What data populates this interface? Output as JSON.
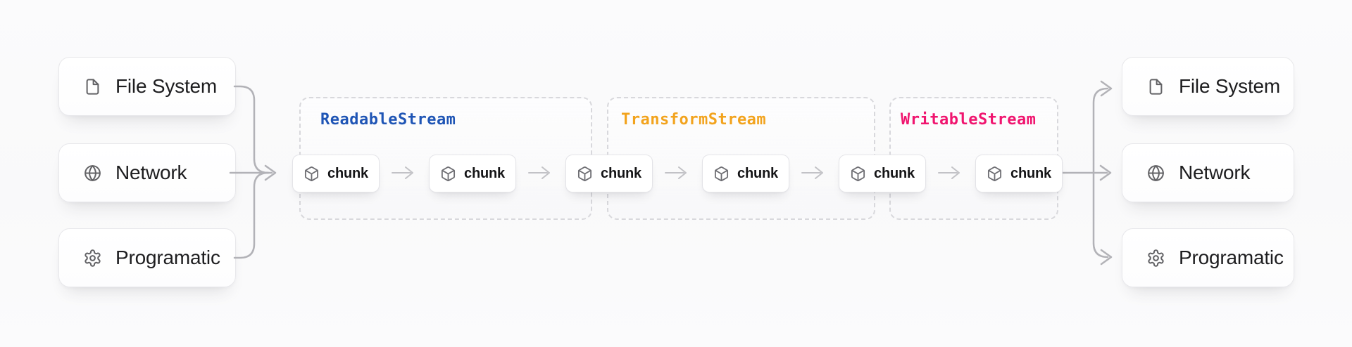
{
  "endpoints": {
    "left": [
      {
        "label": "File System",
        "icon": "file-icon"
      },
      {
        "label": "Network",
        "icon": "globe-icon"
      },
      {
        "label": "Programatic",
        "icon": "gear-icon"
      }
    ],
    "right": [
      {
        "label": "File System",
        "icon": "file-icon"
      },
      {
        "label": "Network",
        "icon": "globe-icon"
      },
      {
        "label": "Programatic",
        "icon": "gear-icon"
      }
    ]
  },
  "pipeline": {
    "streams": [
      {
        "label": "ReadableStream",
        "color": "#1f55b5"
      },
      {
        "label": "TransformStream",
        "color": "#f2a31d"
      },
      {
        "label": "WritableStream",
        "color": "#f0156f"
      }
    ],
    "chunk_label": "chunk",
    "chunk_count": 6
  },
  "colors": {
    "connector": "#b2b2b7",
    "chunk_arrow": "#c2c2c6",
    "endpoint_border": "#e8e8eb",
    "dashed_border": "#d8d8dc",
    "label_text": "#1d1d1f",
    "icon": "#636366",
    "background": "#fafafb"
  }
}
